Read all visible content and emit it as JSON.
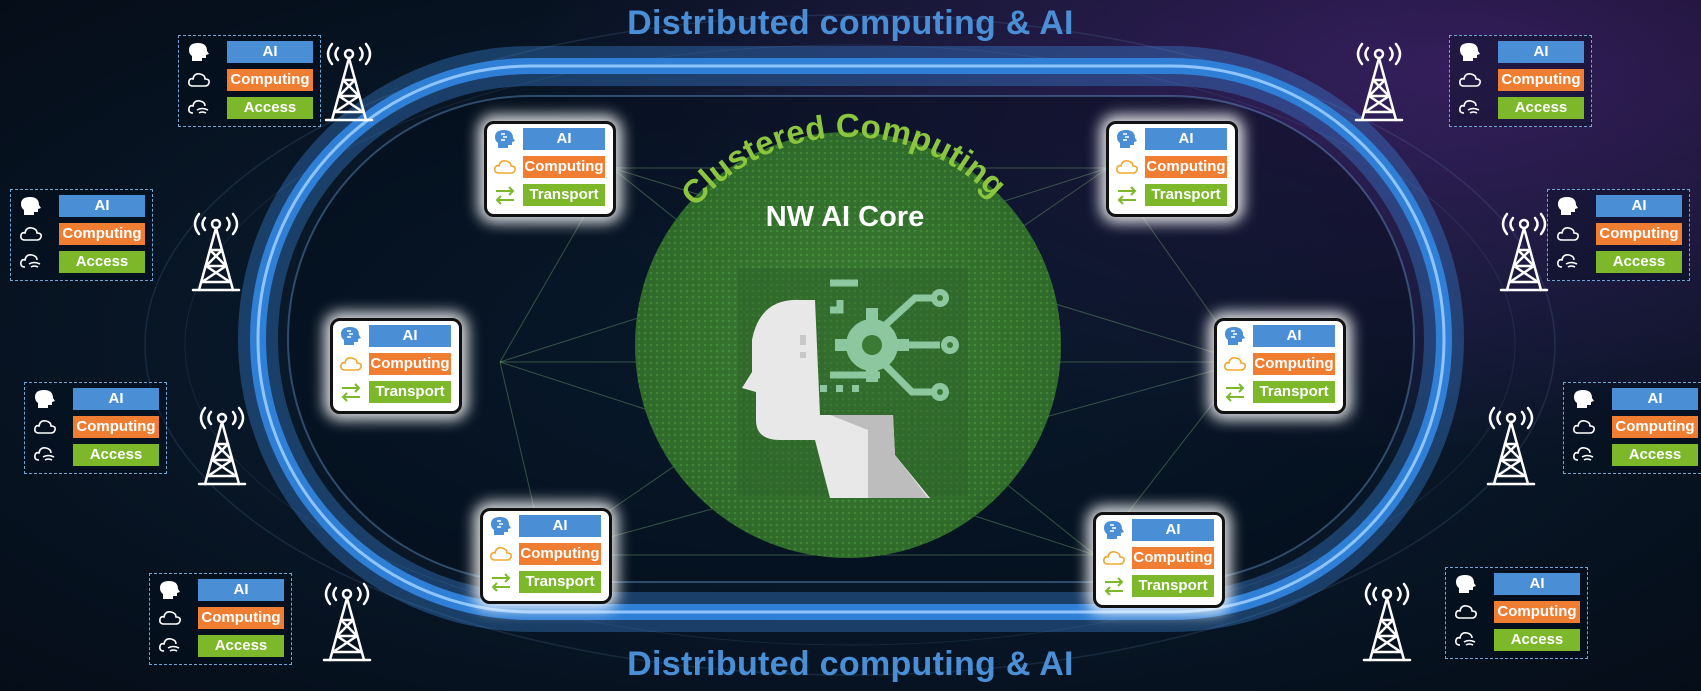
{
  "title_top": "Distributed computing & AI",
  "title_bottom": "Distributed computing & AI",
  "core": {
    "arc_label": "Clustered Computing",
    "label": "NW AI Core"
  },
  "colors": {
    "ai": "#4a8fd6",
    "computing": "#ef7d32",
    "access": "#7cb82a",
    "transport": "#7cb82a",
    "core": "#3b7a35",
    "ring": "#2f7fd6"
  },
  "icons": [
    "brain-icon",
    "cloud-icon",
    "transport-arrows-icon",
    "wireless-signal-icon",
    "radio-tower-icon",
    "ai-head-icon"
  ],
  "labels": {
    "ai": "AI",
    "computing": "Computing",
    "access": "Access",
    "transport": "Transport"
  }
}
